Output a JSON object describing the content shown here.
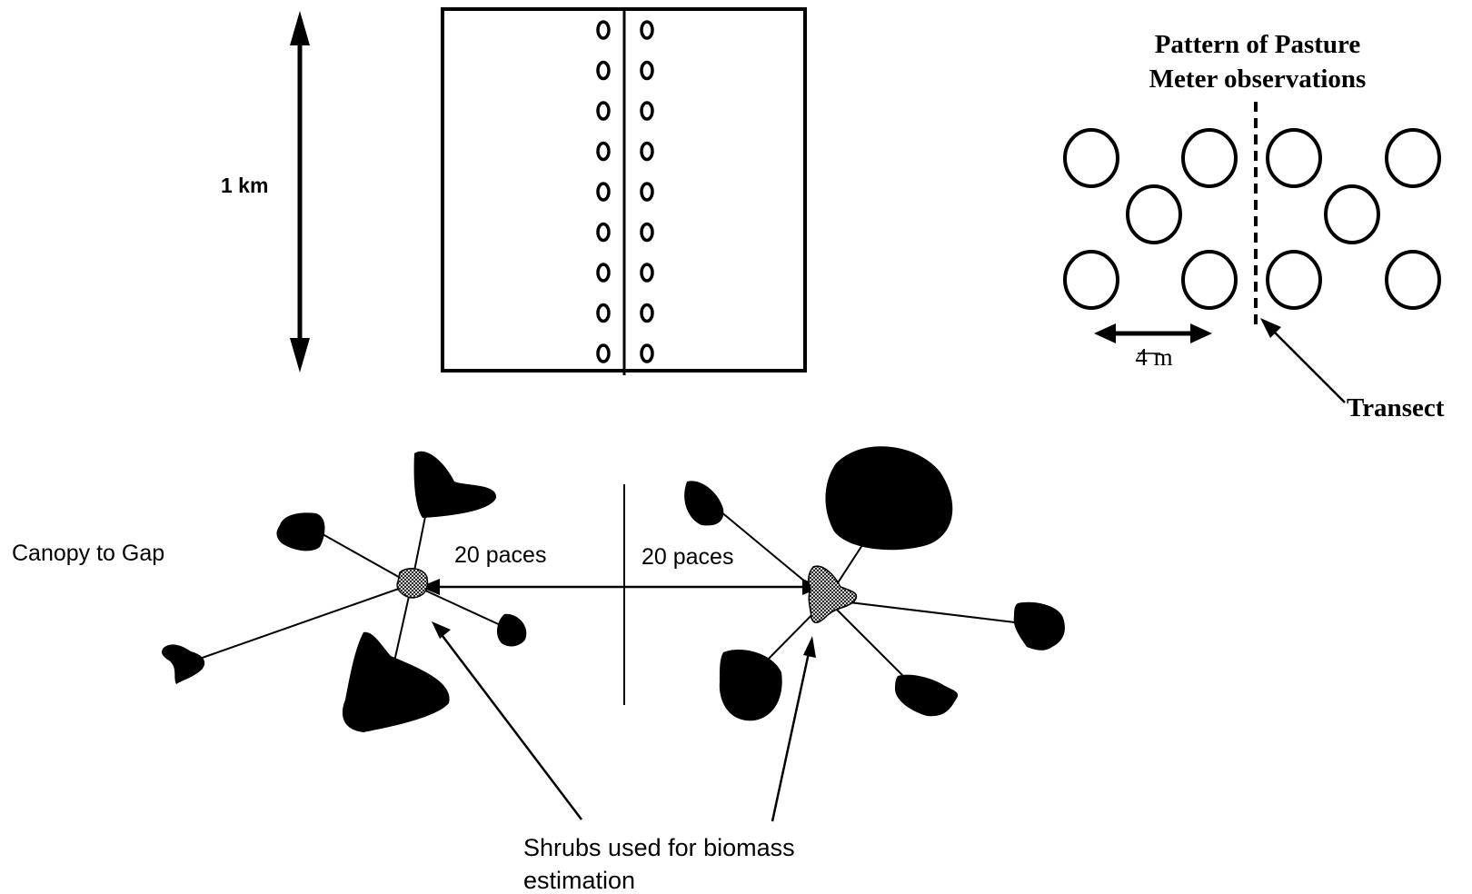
{
  "labels": {
    "scale_km": "1 km",
    "pasture_title_line1": "Pattern of Pasture",
    "pasture_title_line2": "Meter observations",
    "spacing": "4 m",
    "transect": "Transect",
    "canopy_to_gap": "Canopy to Gap",
    "paces_left": "20 paces",
    "paces_right": "20 paces",
    "shrubs_line1": "Shrubs used for biomass",
    "shrubs_line2": "estimation"
  },
  "colors": {
    "ink": "#000000",
    "background": "#ffffff"
  }
}
